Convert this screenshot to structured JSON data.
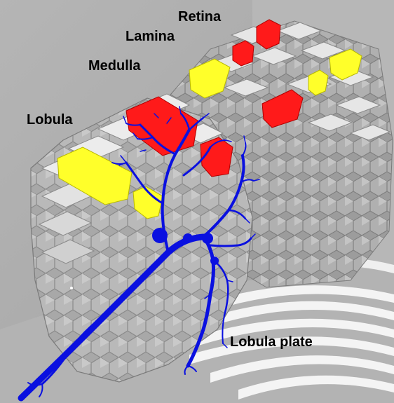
{
  "labels": {
    "retina": "Retina",
    "lamina": "Lamina",
    "medulla": "Medulla",
    "lobula": "Lobula",
    "lobula_plate": "Lobula plate"
  },
  "colors": {
    "background_wall": "#a9a9a9",
    "floor": "#b4b4b4",
    "column_top": "#e8e8e8",
    "column_side": "#9a9a9a",
    "column_face": "#bfbfbf",
    "highlight_red": "#ff1a1a",
    "highlight_yellow": "#ffff2a",
    "neuron_blue": "#0a10e0"
  }
}
